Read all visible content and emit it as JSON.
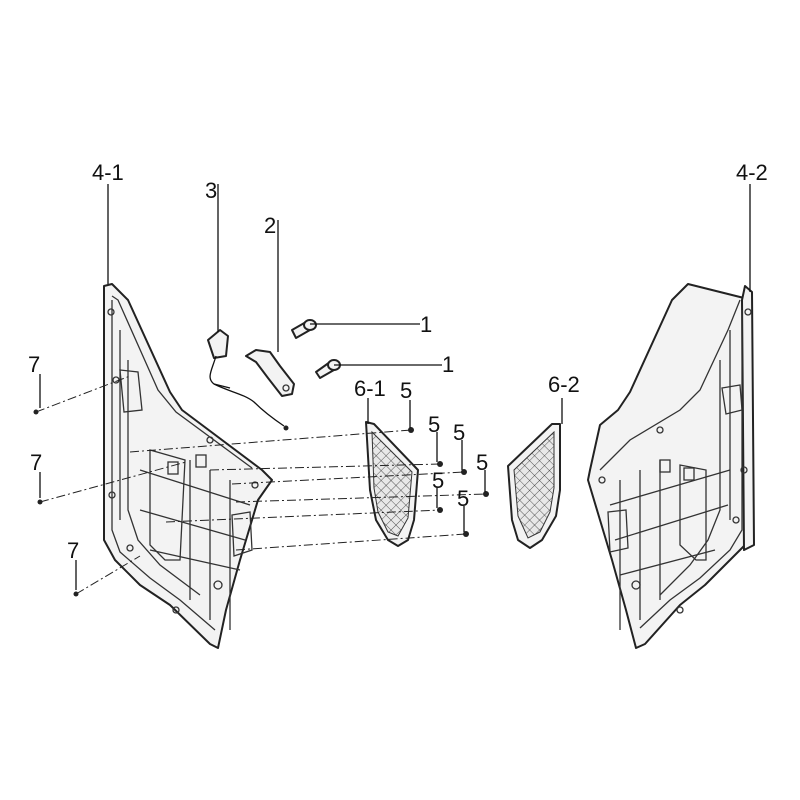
{
  "callouts": {
    "c1a": "1",
    "c1b": "1",
    "c2": "2",
    "c3": "3",
    "c4_1": "4-1",
    "c4_2": "4-2",
    "c5a": "5",
    "c5b": "5",
    "c5c": "5",
    "c5d": "5",
    "c5e": "5",
    "c5f": "5",
    "c6_1": "6-1",
    "c6_2": "6-2",
    "c7a": "7",
    "c7b": "7",
    "c7c": "7"
  }
}
